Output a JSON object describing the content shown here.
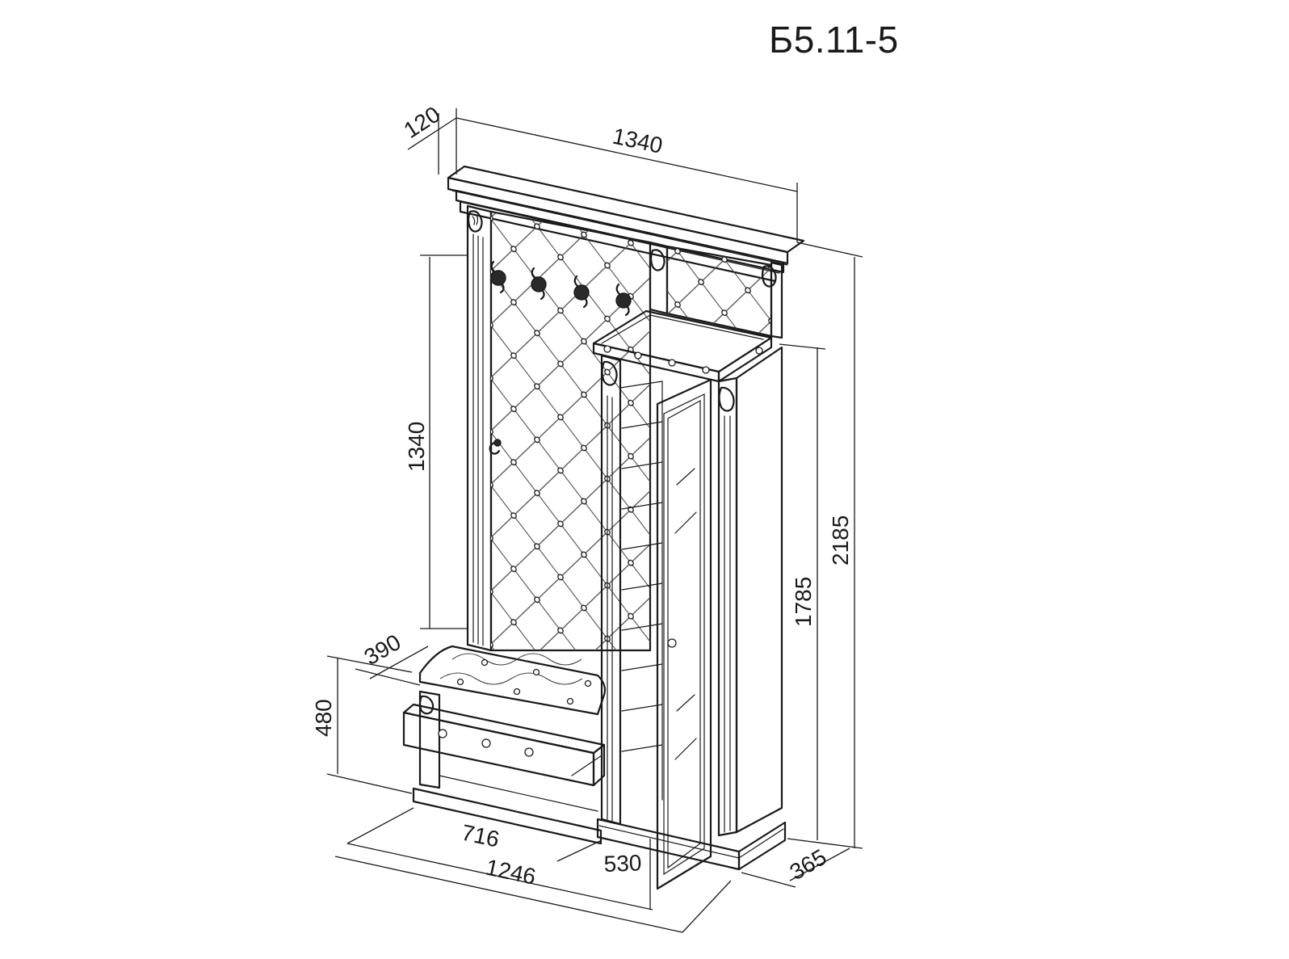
{
  "title": "Б5.11-5",
  "dimensions": {
    "top_depth": "120",
    "top_width": "1340",
    "panel_height": "1340",
    "total_height": "2185",
    "cabinet_height": "1785",
    "bench_depth": "390",
    "bench_height": "480",
    "bench_width": "716",
    "total_width": "1246",
    "cabinet_width": "530",
    "cabinet_depth": "365"
  }
}
